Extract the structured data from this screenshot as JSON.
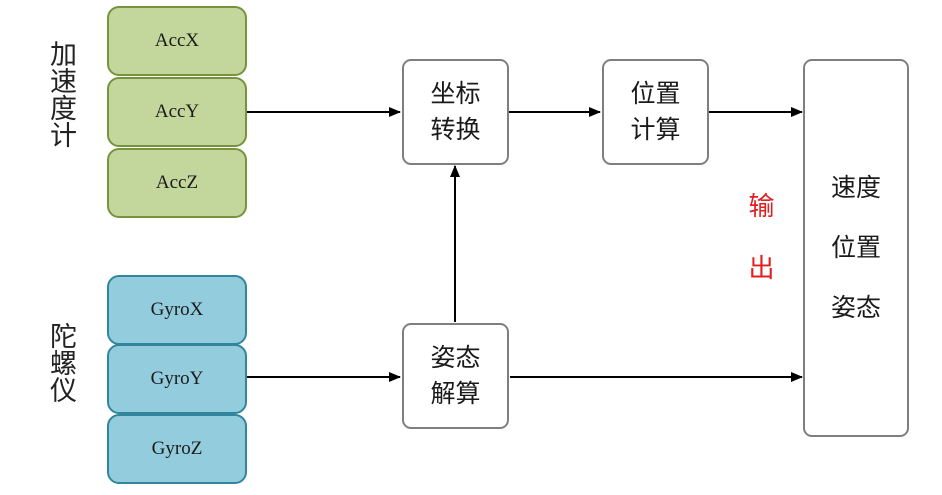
{
  "groups": {
    "accelerometer": {
      "label": "加速度计",
      "sensors": [
        "AccX",
        "AccY",
        "AccZ"
      ]
    },
    "gyroscope": {
      "label": "陀螺仪",
      "sensors": [
        "GyroX",
        "GyroY",
        "GyroZ"
      ]
    }
  },
  "nodes": {
    "coordinate_transform": "坐标\n转换",
    "position_calc": "位置\n计算",
    "attitude_solve": "姿态\n解算",
    "output_box": "速度\n\n位置\n\n姿态"
  },
  "output_label": "输出",
  "colors": {
    "acc_fill": "#c3d69b",
    "acc_border": "#77933c",
    "gyro_fill": "#93cddd",
    "gyro_border": "#31859c",
    "output_text": "#e02020"
  }
}
